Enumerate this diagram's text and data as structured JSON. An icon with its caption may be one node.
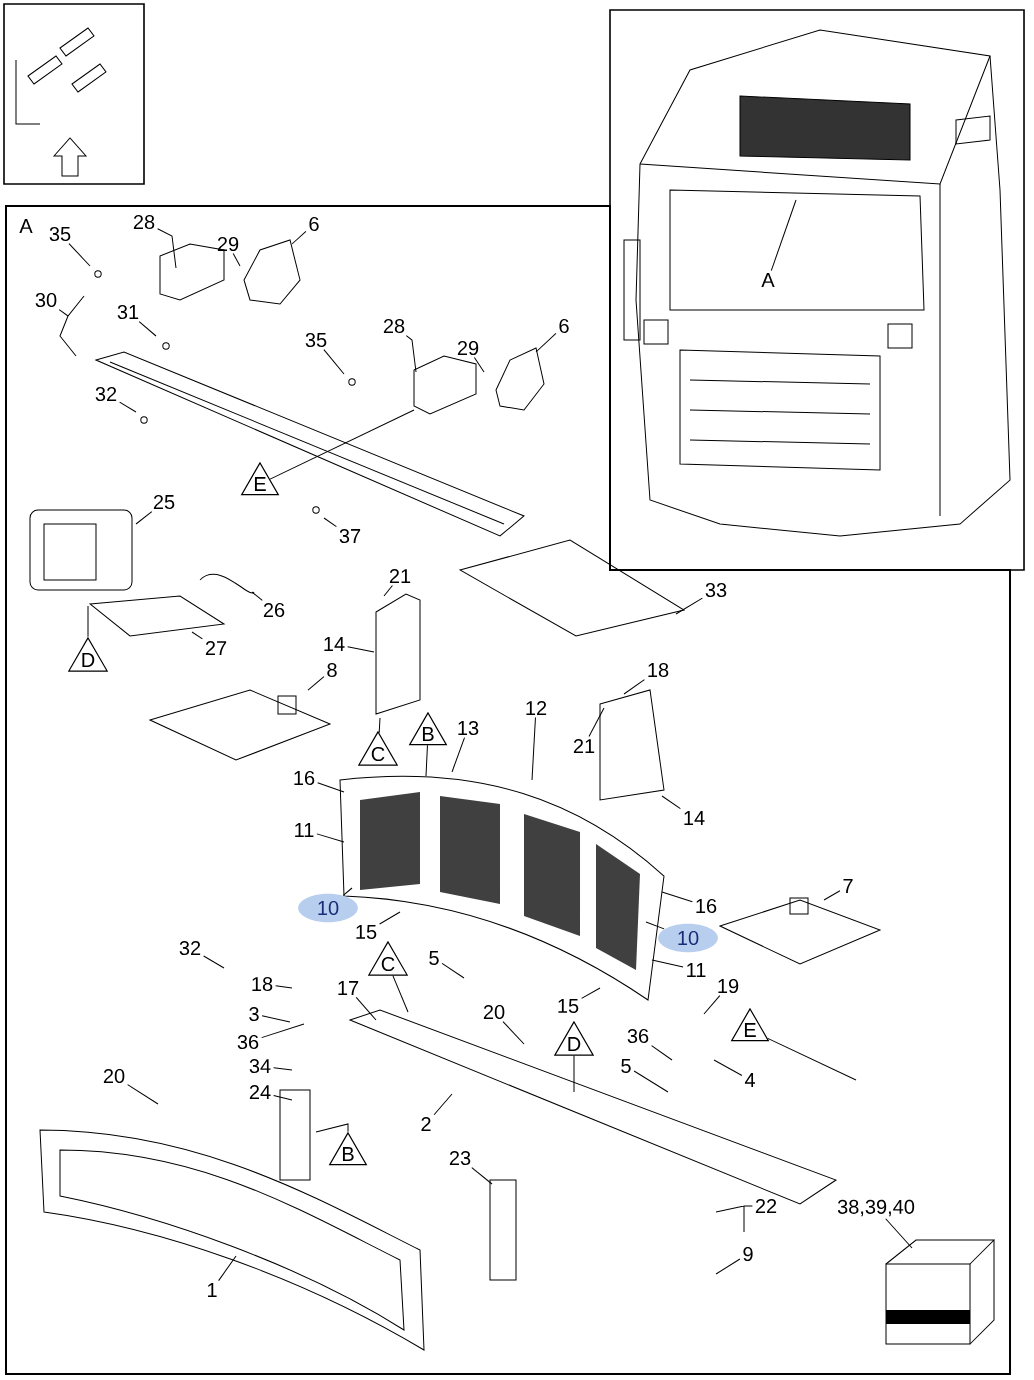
{
  "diagram": {
    "nodes": [
      {
        "text": [
          "A"
        ]
      },
      {
        "text": [
          "35"
        ]
      },
      {
        "text": [
          "28"
        ]
      },
      {
        "text": [
          "29"
        ]
      },
      {
        "text": [
          "6"
        ]
      },
      {
        "text": [
          "30"
        ]
      },
      {
        "text": [
          "31"
        ]
      },
      {
        "text": [
          "32"
        ]
      },
      {
        "text": [
          "35"
        ]
      },
      {
        "text": [
          "28"
        ]
      },
      {
        "text": [
          "29"
        ]
      },
      {
        "text": [
          "6"
        ]
      },
      {
        "text": [
          "E"
        ]
      },
      {
        "text": [
          "25"
        ]
      },
      {
        "text": [
          "37"
        ]
      },
      {
        "text": [
          "21"
        ]
      },
      {
        "text": [
          "33"
        ]
      },
      {
        "text": [
          "26"
        ]
      },
      {
        "text": [
          "27"
        ]
      },
      {
        "text": [
          "D"
        ]
      },
      {
        "text": [
          "14"
        ]
      },
      {
        "text": [
          "18"
        ]
      },
      {
        "text": [
          "8"
        ]
      },
      {
        "text": [
          "12"
        ]
      },
      {
        "text": [
          "B"
        ]
      },
      {
        "text": [
          "21"
        ]
      },
      {
        "text": [
          "13"
        ]
      },
      {
        "text": [
          "C"
        ]
      },
      {
        "text": [
          "16"
        ]
      },
      {
        "text": [
          "14"
        ]
      },
      {
        "text": [
          "11"
        ]
      },
      {
        "text": [
          "7"
        ]
      },
      {
        "text": [
          "16"
        ]
      },
      {
        "text": [
          "10"
        ]
      },
      {
        "text": [
          "15"
        ]
      },
      {
        "text": [
          "10"
        ]
      },
      {
        "text": [
          "32"
        ]
      },
      {
        "text": [
          "5"
        ]
      },
      {
        "text": [
          "C"
        ]
      },
      {
        "text": [
          "11"
        ]
      },
      {
        "text": [
          "18"
        ]
      },
      {
        "text": [
          "19"
        ]
      },
      {
        "text": [
          "17"
        ]
      },
      {
        "text": [
          "15"
        ]
      },
      {
        "text": [
          "20"
        ]
      },
      {
        "text": [
          "3"
        ]
      },
      {
        "text": [
          "E"
        ]
      },
      {
        "text": [
          "36"
        ]
      },
      {
        "text": [
          "36"
        ]
      },
      {
        "text": [
          "D"
        ]
      },
      {
        "text": [
          "34"
        ]
      },
      {
        "text": [
          "5"
        ]
      },
      {
        "text": [
          "20"
        ]
      },
      {
        "text": [
          "4"
        ]
      },
      {
        "text": [
          "24"
        ]
      },
      {
        "text": [
          "2"
        ]
      },
      {
        "text": [
          "B"
        ]
      },
      {
        "text": [
          "23"
        ]
      },
      {
        "text": [
          "22"
        ]
      },
      {
        "text": [
          "38,39,40"
        ]
      },
      {
        "text": [
          "9"
        ]
      },
      {
        "text": [
          "1"
        ]
      }
    ],
    "edges": [
      {
        "from": 0,
        "to": null,
        "arrow": "none"
      },
      {
        "from": 1,
        "to": null,
        "arrow": "none"
      },
      {
        "from": 2,
        "to": null,
        "arrow": "none"
      },
      {
        "from": 3,
        "to": null,
        "arrow": "none"
      },
      {
        "from": 4,
        "to": null,
        "arrow": "none"
      },
      {
        "from": 5,
        "to": null,
        "arrow": "none"
      },
      {
        "from": 6,
        "to": null,
        "arrow": "none"
      },
      {
        "from": 7,
        "to": null,
        "arrow": "none"
      },
      {
        "from": 8,
        "to": null,
        "arrow": "none"
      },
      {
        "from": 9,
        "to": null,
        "arrow": "none"
      },
      {
        "from": 10,
        "to": null,
        "arrow": "none"
      },
      {
        "from": 11,
        "to": null,
        "arrow": "none"
      },
      {
        "from": 12,
        "to": null,
        "arrow": "none"
      },
      {
        "from": 13,
        "to": null,
        "arrow": "none"
      },
      {
        "from": 14,
        "to": null,
        "arrow": "none"
      },
      {
        "from": 15,
        "to": null,
        "arrow": "none"
      },
      {
        "from": 16,
        "to": null,
        "arrow": "none"
      },
      {
        "from": 17,
        "to": null,
        "arrow": "none"
      },
      {
        "from": 18,
        "to": null,
        "arrow": "none"
      },
      {
        "from": 19,
        "to": null,
        "arrow": "none"
      },
      {
        "from": 20,
        "to": null,
        "arrow": "none"
      },
      {
        "from": 21,
        "to": null,
        "arrow": "none"
      },
      {
        "from": 22,
        "to": null,
        "arrow": "none"
      },
      {
        "from": 23,
        "to": null,
        "arrow": "none"
      },
      {
        "from": 24,
        "to": null,
        "arrow": "none"
      },
      {
        "from": 25,
        "to": null,
        "arrow": "none"
      },
      {
        "from": 26,
        "to": null,
        "arrow": "none"
      },
      {
        "from": 27,
        "to": null,
        "arrow": "none"
      },
      {
        "from": 28,
        "to": null,
        "arrow": "none"
      },
      {
        "from": 29,
        "to": null,
        "arrow": "none"
      },
      {
        "from": 30,
        "to": null,
        "arrow": "none"
      },
      {
        "from": 31,
        "to": null,
        "arrow": "none"
      },
      {
        "from": 32,
        "to": null,
        "arrow": "none"
      },
      {
        "from": 33,
        "to": null,
        "arrow": "none"
      },
      {
        "from": 34,
        "to": null,
        "arrow": "none"
      },
      {
        "from": 35,
        "to": null,
        "arrow": "none"
      },
      {
        "from": 36,
        "to": null,
        "arrow": "none"
      },
      {
        "from": 37,
        "to": null,
        "arrow": "none"
      },
      {
        "from": 38,
        "to": null,
        "arrow": "none"
      },
      {
        "from": 39,
        "to": null,
        "arrow": "none"
      },
      {
        "from": 40,
        "to": null,
        "arrow": "none"
      },
      {
        "from": 41,
        "to": null,
        "arrow": "none"
      },
      {
        "from": 42,
        "to": null,
        "arrow": "none"
      },
      {
        "from": 43,
        "to": null,
        "arrow": "none"
      },
      {
        "from": 44,
        "to": null,
        "arrow": "none"
      },
      {
        "from": 45,
        "to": null,
        "arrow": "none"
      },
      {
        "from": 46,
        "to": null,
        "arrow": "none"
      },
      {
        "from": 47,
        "to": null,
        "arrow": "none"
      },
      {
        "from": 48,
        "to": null,
        "arrow": "none"
      },
      {
        "from": 49,
        "to": null,
        "arrow": "none"
      },
      {
        "from": 50,
        "to": null,
        "arrow": "none"
      },
      {
        "from": 51,
        "to": null,
        "arrow": "none"
      },
      {
        "from": 52,
        "to": null,
        "arrow": "none"
      },
      {
        "from": 53,
        "to": null,
        "arrow": "none"
      },
      {
        "from": 54,
        "to": null,
        "arrow": "none"
      },
      {
        "from": 55,
        "to": null,
        "arrow": "none"
      },
      {
        "from": 56,
        "to": null,
        "arrow": "none"
      },
      {
        "from": 57,
        "to": null,
        "arrow": "none"
      },
      {
        "from": 58,
        "to": null,
        "arrow": "none"
      },
      {
        "from": 59,
        "to": null,
        "arrow": "none"
      },
      {
        "from": 60,
        "to": null,
        "arrow": "none"
      },
      {
        "from": 61,
        "to": null,
        "arrow": "none"
      }
    ],
    "labels": [
      "A"
    ]
  }
}
